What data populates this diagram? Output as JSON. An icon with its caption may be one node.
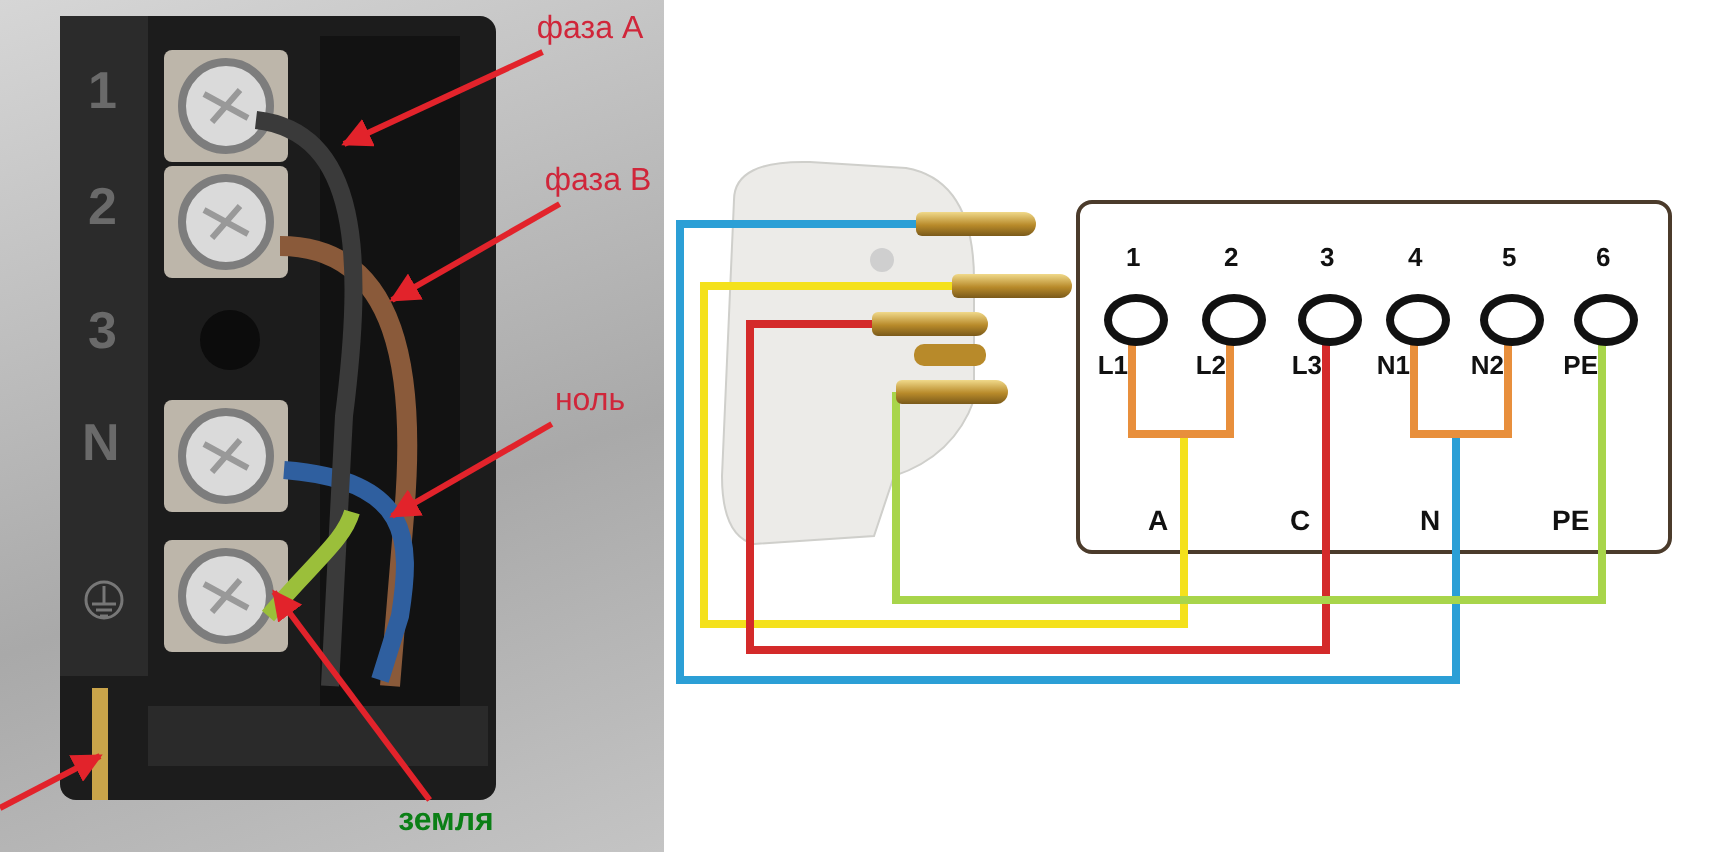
{
  "diagram": {
    "nodes": [
      {
        "text": [
          "фаза А"
        ]
      },
      {
        "text": [
          "фаза В"
        ]
      },
      {
        "text": [
          "ноль"
        ]
      },
      {
        "text": [
          "земля"
        ]
      },
      {
        "text": [],
        "shape": "picture"
      },
      {
        "text": [],
        "shape": "bar"
      },
      {
        "text": [],
        "shape": "bar"
      },
      {
        "text": [],
        "shape": "bar"
      },
      {
        "text": [],
        "shape": "bar"
      },
      {
        "text": [],
        "shape": "box"
      },
      {
        "text": [],
        "shape": "circle",
        "in": 9,
        "beside": [
          "1",
          "L1"
        ]
      },
      {
        "text": [],
        "shape": "circle",
        "in": 9,
        "beside": [
          "2",
          "L2"
        ]
      },
      {
        "text": [],
        "shape": "circle",
        "in": 9,
        "beside": [
          "3",
          "L3"
        ]
      },
      {
        "text": [],
        "shape": "circle",
        "in": 9,
        "beside": [
          "4",
          "N1"
        ]
      },
      {
        "text": [],
        "shape": "circle",
        "in": 9,
        "beside": [
          "5",
          "N2"
        ]
      },
      {
        "text": [],
        "shape": "circle",
        "in": 9,
        "beside": [
          "6",
          "PE"
        ]
      }
    ],
    "edges": [
      {
        "from": 0,
        "to": 4,
        "arrow": "to",
        "color": "#e2232b"
      },
      {
        "from": 1,
        "to": 4,
        "arrow": "to",
        "color": "#e2232b"
      },
      {
        "from": 2,
        "to": 4,
        "arrow": "to",
        "color": "#e2232b"
      },
      {
        "from": 3,
        "to": 4,
        "arrow": "to",
        "color": "#e2232b"
      },
      {
        "from": null,
        "to": 4,
        "arrow": "to",
        "color": "#e2232b"
      },
      {
        "from": 10,
        "to": 6,
        "arrow": "none",
        "color": "#f4e11c"
      },
      {
        "from": 11,
        "to": 6,
        "arrow": "none",
        "color": "#f4e11c"
      },
      {
        "from": 12,
        "to": 7,
        "arrow": "none",
        "color": "#d42a2a"
      },
      {
        "from": 13,
        "to": 5,
        "arrow": "none",
        "color": "#2b9fd6"
      },
      {
        "from": 14,
        "to": 5,
        "arrow": "none",
        "color": "#2b9fd6"
      },
      {
        "from": 15,
        "to": 8,
        "arrow": "none",
        "color": "#a8d54b"
      },
      {
        "from": 10,
        "to": 11,
        "arrow": "none",
        "color": "#e88f3c"
      },
      {
        "from": 13,
        "to": 14,
        "arrow": "none",
        "color": "#e88f3c"
      }
    ],
    "labels": [
      "1",
      "2",
      "3",
      "N",
      "A",
      "C",
      "N",
      "PE"
    ]
  }
}
